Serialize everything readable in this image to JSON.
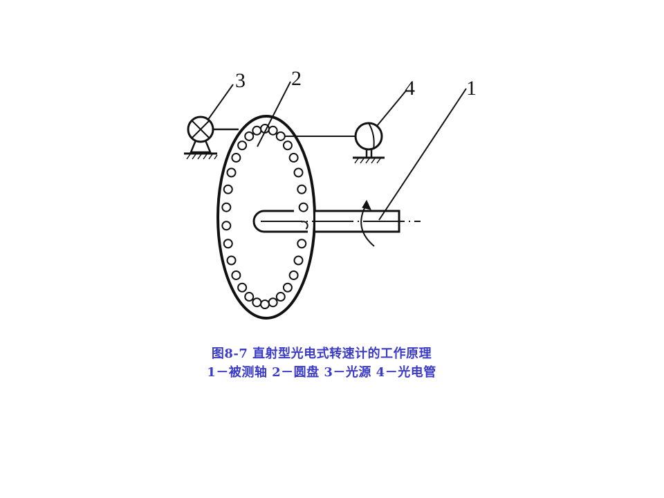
{
  "labels": {
    "shaft": "1",
    "disc": "2",
    "light_source": "3",
    "phototube": "4"
  },
  "caption": {
    "title": "图8-7  直射型光电式转速计的工作原理",
    "legend": "1－被测轴  2－圆盘  3－光源  4－光电管"
  },
  "colors": {
    "ink": "#111111",
    "caption": "#3a3ac8"
  }
}
